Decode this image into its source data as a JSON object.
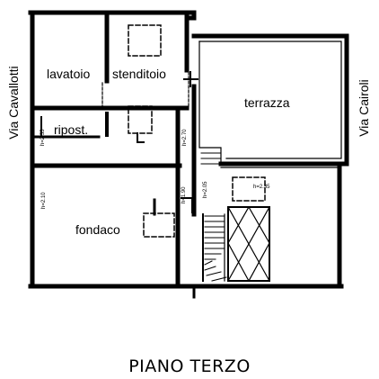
{
  "title": "PIANO TERZO",
  "streets": {
    "left": "Via Cavallotti",
    "right": "Via Cairoli"
  },
  "rooms": {
    "lavatoio": "lavatoio",
    "stenditoio": "stenditoio",
    "terrazza": "terrazza",
    "ripost": "ripost.",
    "fondaco": "fondaco"
  },
  "heights": {
    "h1": "h=2.55",
    "h2": "h=2.70",
    "h3": "h=2.10",
    "h4": "h=1.90",
    "h5": "h=2.05",
    "h6": "h=2.35"
  },
  "colors": {
    "ink": "#000000",
    "background": "#ffffff"
  }
}
